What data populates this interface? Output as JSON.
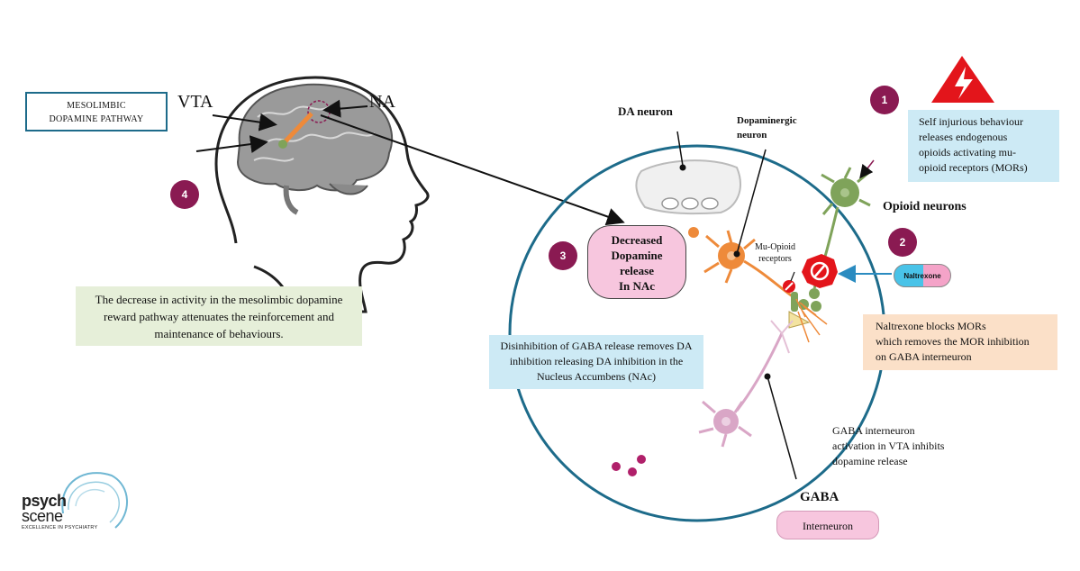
{
  "title_box": {
    "line1": "MESOLIMBIC",
    "line2": "DOPAMINE PATHWAY"
  },
  "brain_labels": {
    "vta": "VTA",
    "na": "NA"
  },
  "step_numbers": {
    "one": "1",
    "two": "2",
    "three": "3",
    "four": "4"
  },
  "mesolimbic_note": {
    "line1": "The decrease in activity in the mesolimbic dopamine",
    "line2": "reward pathway attenuates the reinforcement and",
    "line3": "maintenance of behaviours."
  },
  "circle_labels": {
    "da_neuron": "DA neuron",
    "dopaminergic_line1": "Dopaminergic",
    "dopaminergic_line2": "neuron",
    "mu_opioid_line1": "Mu-Opioid",
    "mu_opioid_line2": "receptors",
    "decreased_line1": "Decreased",
    "decreased_line2": "Dopamine",
    "decreased_line3": "release",
    "decreased_line4": "In NAc"
  },
  "disinhibition_note": {
    "line1": "Disinhibition of GABA release removes DA",
    "line2": "inhibition releasing DA inhibition in the",
    "line3": "Nucleus Accumbens (NAc)"
  },
  "self_injury_note": {
    "line1": "Self injurious behaviour",
    "line2": "releases endogenous",
    "line3": "opioids activating mu-",
    "line4": "opioid receptors (MORs)"
  },
  "opioid_neurons": "Opioid neurons",
  "naltrexone_pill": "Naltrexone",
  "naltrexone_note": {
    "line1": "Naltrexone blocks MORs",
    "line2": "which removes the MOR inhibition",
    "line3": "on GABA interneuron"
  },
  "gaba_note": {
    "line1": "GABA interneuron",
    "line2": "activation in VTA inhibits",
    "line3": "dopamine release"
  },
  "gaba_label": "GABA",
  "interneuron_pill": "Interneuron",
  "logo": {
    "word1": "psych",
    "word2": "scene",
    "tagline": "EXCELLENCE IN PSYCHIATRY"
  },
  "colors": {
    "number_badge": "#8a1a52",
    "circle_stroke": "#1d6b8a",
    "pink_fill": "#f7c6de",
    "blue_note": "#cdeaf5",
    "green_note": "#e6efd9",
    "orange_note": "#fbe0c8",
    "warning_red": "#e3151b",
    "dopamine_orange": "#ee8a3a",
    "opioid_green": "#7fa35a",
    "gaba_pink": "#d9a6c6"
  }
}
